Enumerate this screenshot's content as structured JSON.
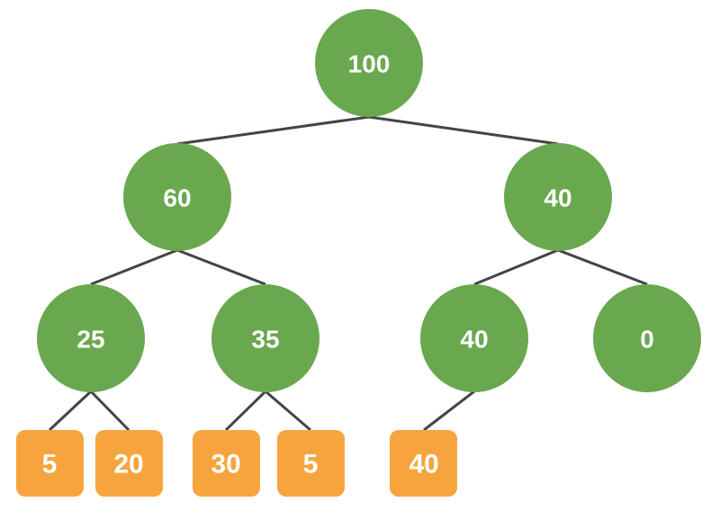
{
  "colors": {
    "internal_node": "#6aa84f",
    "leaf_node": "#f6a53e",
    "edge": "#444444",
    "text": "#ffffff"
  },
  "tree": {
    "root": {
      "value": "100"
    },
    "level1": [
      {
        "value": "60"
      },
      {
        "value": "40"
      }
    ],
    "level2": [
      {
        "value": "25"
      },
      {
        "value": "35"
      },
      {
        "value": "40"
      },
      {
        "value": "0"
      }
    ],
    "leaves": [
      {
        "value": "5"
      },
      {
        "value": "20"
      },
      {
        "value": "30"
      },
      {
        "value": "5"
      },
      {
        "value": "40"
      }
    ]
  }
}
